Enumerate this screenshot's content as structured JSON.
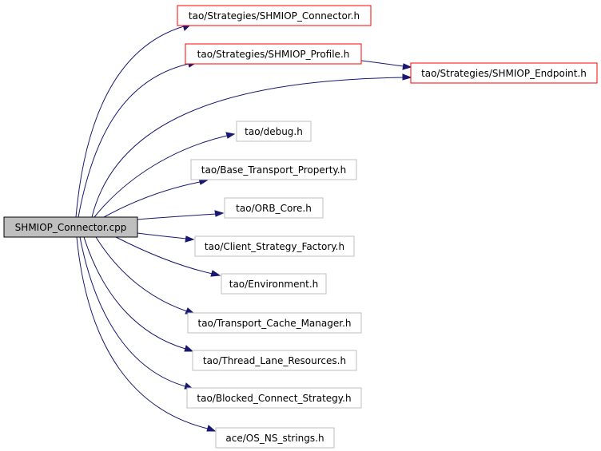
{
  "diagram": {
    "root": {
      "id": "root",
      "label": "SHMIOP_Connector.cpp"
    },
    "nodes": [
      {
        "id": "n_connector",
        "label": "tao/Strategies/SHMIOP_Connector.h",
        "style": "linked"
      },
      {
        "id": "n_profile",
        "label": "tao/Strategies/SHMIOP_Profile.h",
        "style": "linked"
      },
      {
        "id": "n_endpoint",
        "label": "tao/Strategies/SHMIOP_Endpoint.h",
        "style": "linked"
      },
      {
        "id": "n_debug",
        "label": "tao/debug.h",
        "style": "plain"
      },
      {
        "id": "n_btp",
        "label": "tao/Base_Transport_Property.h",
        "style": "plain"
      },
      {
        "id": "n_orbcore",
        "label": "tao/ORB_Core.h",
        "style": "plain"
      },
      {
        "id": "n_csf",
        "label": "tao/Client_Strategy_Factory.h",
        "style": "plain"
      },
      {
        "id": "n_env",
        "label": "tao/Environment.h",
        "style": "plain"
      },
      {
        "id": "n_tcm",
        "label": "tao/Transport_Cache_Manager.h",
        "style": "plain"
      },
      {
        "id": "n_tlr",
        "label": "tao/Thread_Lane_Resources.h",
        "style": "plain"
      },
      {
        "id": "n_bcs",
        "label": "tao/Blocked_Connect_Strategy.h",
        "style": "plain"
      },
      {
        "id": "n_osns",
        "label": "ace/OS_NS_strings.h",
        "style": "plain"
      }
    ],
    "edges": [
      {
        "from": "root",
        "to": "n_connector"
      },
      {
        "from": "root",
        "to": "n_profile"
      },
      {
        "from": "root",
        "to": "n_endpoint"
      },
      {
        "from": "n_profile",
        "to": "n_endpoint"
      },
      {
        "from": "root",
        "to": "n_debug"
      },
      {
        "from": "root",
        "to": "n_btp"
      },
      {
        "from": "root",
        "to": "n_orbcore"
      },
      {
        "from": "root",
        "to": "n_csf"
      },
      {
        "from": "root",
        "to": "n_env"
      },
      {
        "from": "root",
        "to": "n_tcm"
      },
      {
        "from": "root",
        "to": "n_tlr"
      },
      {
        "from": "root",
        "to": "n_bcs"
      },
      {
        "from": "root",
        "to": "n_osns"
      }
    ],
    "colors": {
      "root_fill": "#bfbfbf",
      "root_border": "#000000",
      "linked_border": "#ff0000",
      "plain_border": "#bfbfbf",
      "edge": "#191970",
      "text": "#000000"
    }
  }
}
